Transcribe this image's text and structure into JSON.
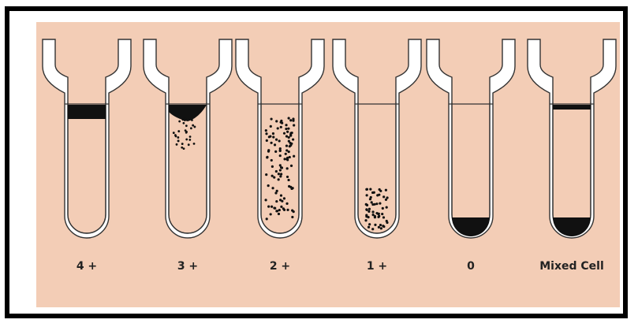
{
  "labels": {
    "t1": "4 +",
    "t2": "3 +",
    "t3": "2 +",
    "t4": "1 +",
    "t5": "0",
    "t6": "Mixed Cell"
  },
  "colors": {
    "background": "#f3cdb6",
    "frame": "#000000",
    "tube_glass": "#ffffff",
    "agglutinate": "#111111"
  }
}
